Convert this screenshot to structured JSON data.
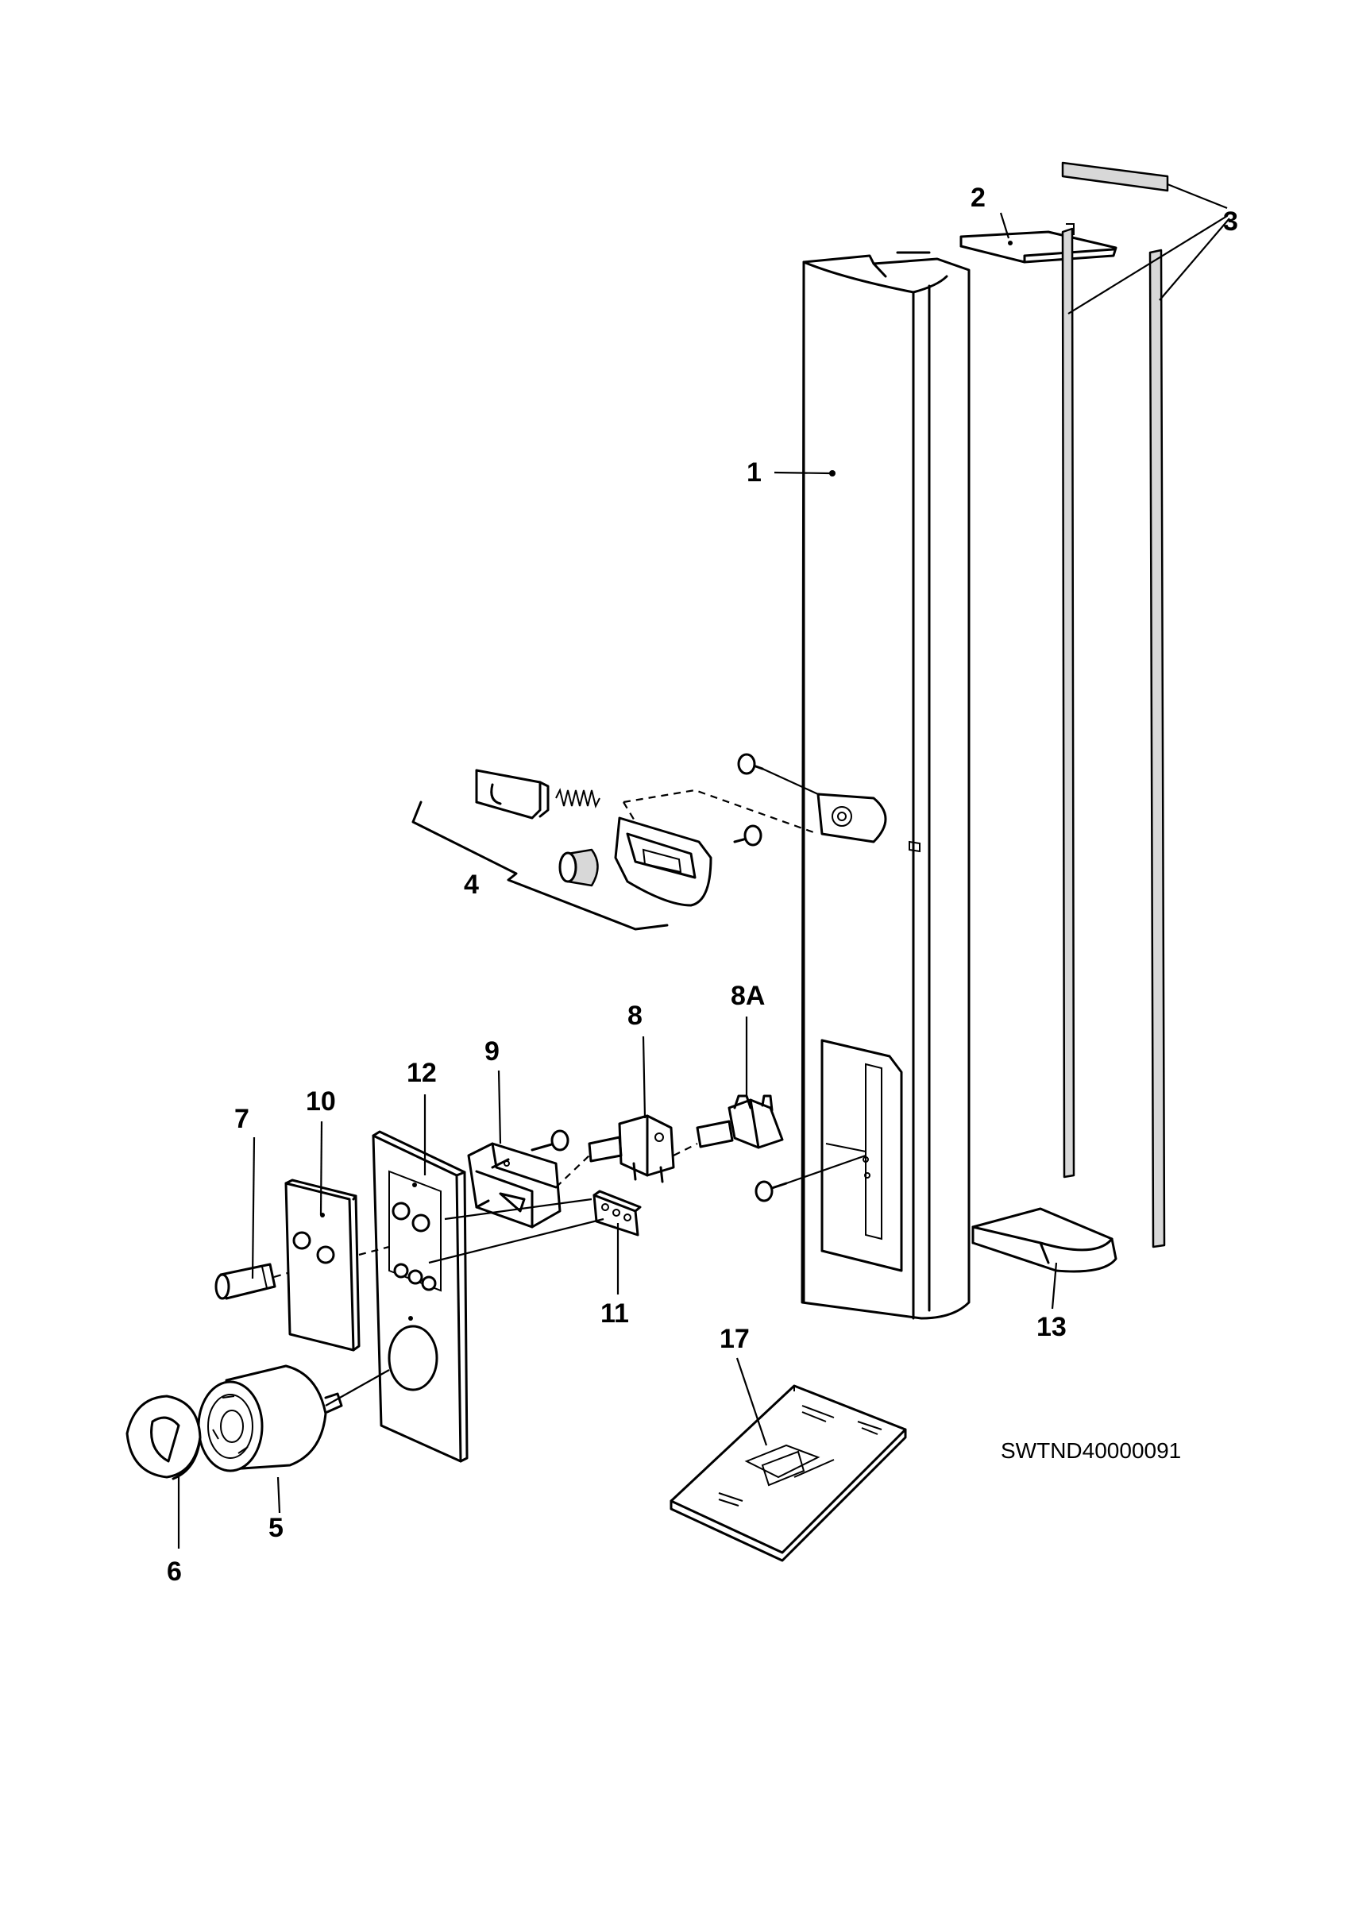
{
  "labels": {
    "p1": "1",
    "p2": "2",
    "p3": "3",
    "p4": "4",
    "p5": "5",
    "p6": "6",
    "p7": "7",
    "p8": "8",
    "p8a": "8A",
    "p9": "9",
    "p10": "10",
    "p11": "11",
    "p12": "12",
    "p13": "13",
    "p17": "17"
  },
  "drawing_code": "SWTND40000091"
}
